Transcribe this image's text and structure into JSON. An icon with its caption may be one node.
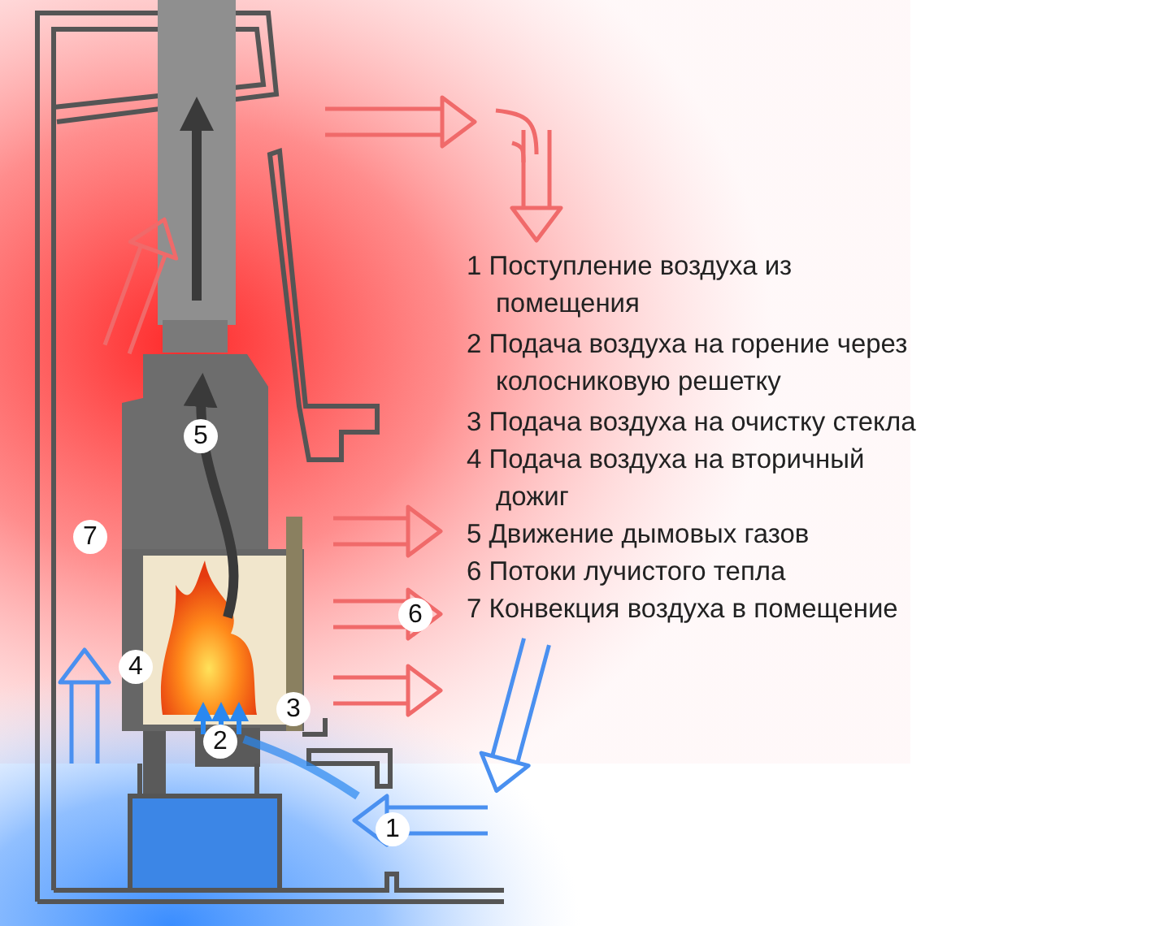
{
  "diagram": {
    "labels": [
      "5",
      "7",
      "6",
      "4",
      "3",
      "2",
      "1",
      "1 Поступление воздуха из помещения",
      "2 Подача воздуха на горение через колосниковую решетку",
      "3 Подача воздуха на очистку стекла",
      "4 Подача воздуха на вторичный дожиг",
      "5 Движение дымовых газов",
      "6 Потоки лучистого тепла",
      "7 Конвекция воздуха в помещение"
    ]
  }
}
